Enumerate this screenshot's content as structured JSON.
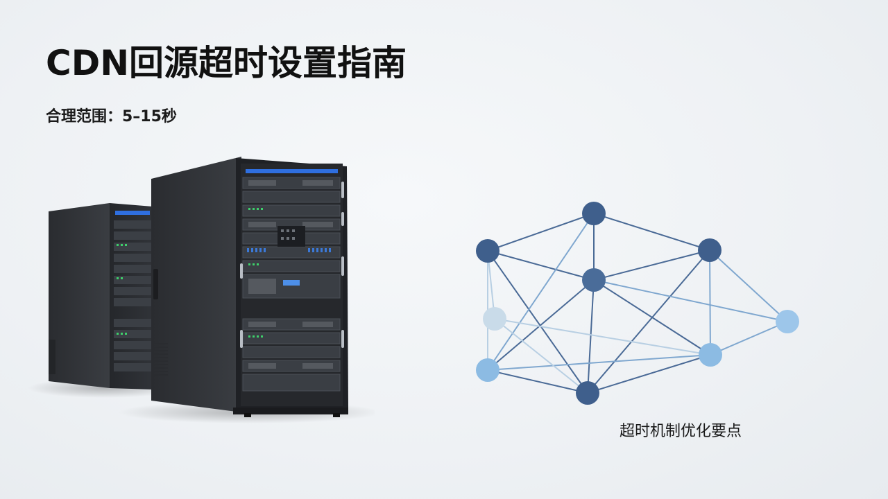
{
  "slide": {
    "title": "CDN回源超时设置指南",
    "subtitle": "合理范围：5–15秒",
    "network_caption": "超时机制优化要点"
  },
  "images": {
    "servers": "server-racks-icon",
    "network": "network-graph-icon"
  },
  "colors": {
    "title": "#111111",
    "node_dark": "#3f5f8c",
    "node_light": "#8cbbe3",
    "node_faint": "#c9dbe9",
    "rack_body": "#2d3035"
  }
}
